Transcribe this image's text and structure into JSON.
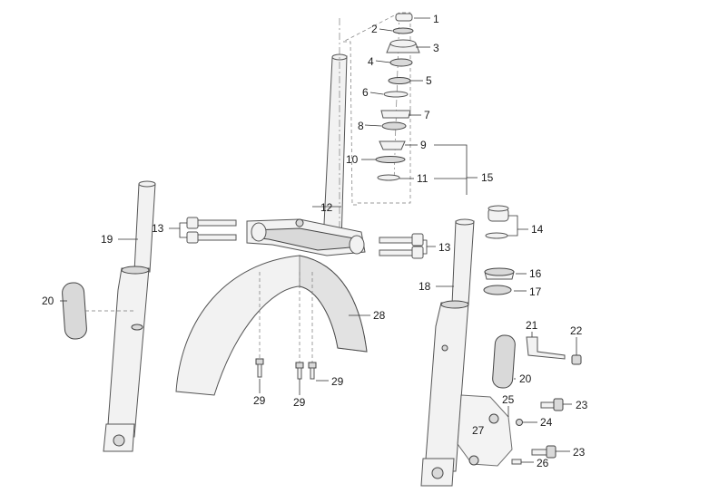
{
  "callouts": {
    "c1": "1",
    "c2": "2",
    "c3": "3",
    "c4": "4",
    "c5": "5",
    "c6": "6",
    "c7": "7",
    "c8": "8",
    "c9": "9",
    "c10": "10",
    "c11": "11",
    "c12": "12",
    "c13a": "13",
    "c13b": "13",
    "c14": "14",
    "c15": "15",
    "c16": "16",
    "c17": "17",
    "c18": "18",
    "c19": "19",
    "c20a": "20",
    "c20b": "20",
    "c21": "21",
    "c22": "22",
    "c23a": "23",
    "c23b": "23",
    "c24": "24",
    "c25": "25",
    "c26": "26",
    "c27": "27",
    "c28": "28",
    "c29a": "29",
    "c29b": "29",
    "c29c": "29"
  }
}
